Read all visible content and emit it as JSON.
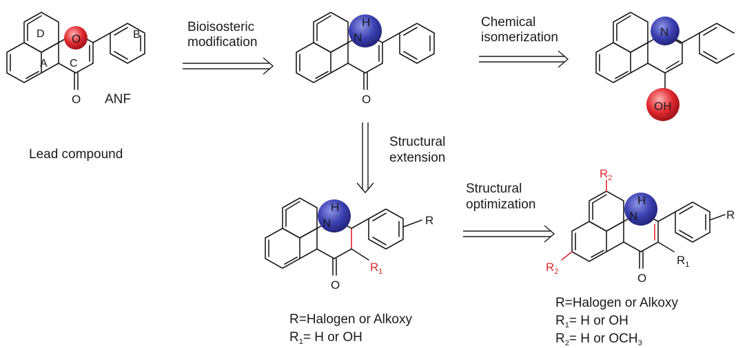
{
  "colors": {
    "blue_atom": "#3a3fb0",
    "red_atom": "#e0282e",
    "ink": "#1a1a1a"
  },
  "lead": {
    "ring_labels": [
      "D",
      "A",
      "C",
      "B"
    ],
    "heteroatom": "O",
    "carbonyl": "O",
    "name": "ANF",
    "caption": "Lead compound"
  },
  "step1": {
    "label_line1": "Bioisosteric",
    "label_line2": "modification"
  },
  "step2": {
    "label_line1": "Chemical",
    "label_line2": "isomerization"
  },
  "step3": {
    "label_line1": "Structural",
    "label_line2": "extension"
  },
  "step4": {
    "label_line1": "Structural",
    "label_line2": "optimization"
  },
  "quinolone": {
    "nh_h": "H",
    "nh_n": "N",
    "carbonyl": "O"
  },
  "hydroxyquinoline": {
    "n": "N",
    "oh": "OH"
  },
  "dihydro": {
    "nh_h": "H",
    "nh_n": "N",
    "carbonyl": "O",
    "r_sub": "R",
    "r1_main": "R",
    "r1_sub": "1",
    "note_r": "R=Halogen or Alkoxy",
    "note_r1_main": "R",
    "note_r1_sub": "1",
    "note_r1_rest": "= H or OH"
  },
  "optimized": {
    "nh_h": "H",
    "nh_n": "N",
    "carbonyl": "O",
    "r_sub": "R",
    "r1_main": "R",
    "r1_sub": "1",
    "r2a_main": "R",
    "r2a_sub": "2",
    "r2b_main": "R",
    "r2b_sub": "2",
    "note_r": "R=Halogen or Alkoxy",
    "note_r1_main": "R",
    "note_r1_sub": "1",
    "note_r1_rest": "= H or OH",
    "note_r2_main": "R",
    "note_r2_sub": "2",
    "note_r2_rest": "= H or OCH",
    "note_r2_sub2": "3"
  }
}
